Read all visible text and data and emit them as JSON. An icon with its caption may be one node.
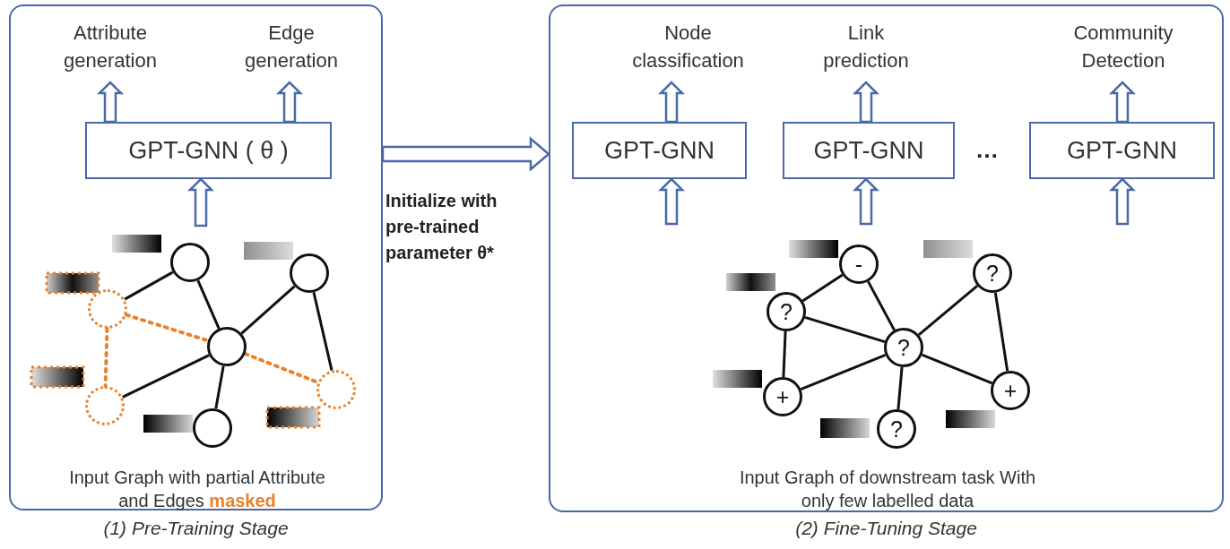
{
  "diagram": {
    "nodes": [
      {
        "text": [
          "Input Graph with partial Attribute and Edges **masked**"
        ],
        "beside": [
          "(1) Pre-Training Stage"
        ]
      },
      {
        "text": [
          "Attribute generation"
        ],
        "in": 0
      },
      {
        "text": [
          "Edge generation"
        ],
        "in": 0
      },
      {
        "text": [
          "GPT-GNN ( θ )"
        ],
        "in": 0
      },
      {
        "text": [],
        "shape": "circle",
        "in": 0
      },
      {
        "text": [],
        "shape": "circle",
        "in": 0
      },
      {
        "text": [],
        "shape": "circle",
        "in": 0
      },
      {
        "text": [],
        "shape": "circle",
        "in": 0
      },
      {
        "text": [],
        "shape": "circle",
        "in": 0
      },
      {
        "text": [],
        "shape": "circle",
        "in": 0
      },
      {
        "text": [],
        "shape": "circle",
        "in": 0
      },
      {
        "text": [
          "Input Graph of downstream task With only few labelled data"
        ],
        "beside": [
          "(2) Fine-Tuning Stage"
        ]
      },
      {
        "text": [
          "Node classification"
        ],
        "in": 11
      },
      {
        "text": [
          "Link prediction"
        ],
        "in": 11
      },
      {
        "text": [
          "Community Detection"
        ],
        "in": 11
      },
      {
        "text": [
          "GPT-GNN"
        ],
        "in": 11
      },
      {
        "text": [
          "GPT-GNN"
        ],
        "in": 11
      },
      {
        "text": [
          "GPT-GNN"
        ],
        "in": 11
      },
      {
        "text": [
          "-"
        ],
        "in": 11
      },
      {
        "text": [
          "?"
        ],
        "in": 11
      },
      {
        "text": [
          "?"
        ],
        "in": 11
      },
      {
        "text": [
          "?"
        ],
        "in": 11
      },
      {
        "text": [
          "+"
        ],
        "in": 11
      },
      {
        "text": [
          "+"
        ],
        "in": 11
      },
      {
        "text": [
          "?"
        ],
        "in": 11
      }
    ],
    "edges": [
      {
        "from": 3,
        "to": 1,
        "arrow": "to",
        "style": "thick",
        "color": "#4a69a8"
      },
      {
        "from": 3,
        "to": 2,
        "arrow": "to",
        "style": "thick",
        "color": "#4a69a8"
      },
      {
        "from": null,
        "to": 3,
        "arrow": "to",
        "style": "thick",
        "color": "#4a69a8"
      },
      {
        "from": 0,
        "to": 11,
        "arrow": "to",
        "label": "Initialize with pre-trained parameter θ*",
        "style": "thick",
        "color": "#4a69a8"
      },
      {
        "from": 15,
        "to": 12,
        "arrow": "to",
        "style": "thick",
        "color": "#4a69a8"
      },
      {
        "from": 16,
        "to": 13,
        "arrow": "to",
        "style": "thick",
        "color": "#4a69a8"
      },
      {
        "from": 17,
        "to": 14,
        "arrow": "to",
        "style": "thick",
        "color": "#4a69a8"
      },
      {
        "from": null,
        "to": 15,
        "arrow": "to",
        "style": "thick",
        "color": "#4a69a8"
      },
      {
        "from": null,
        "to": 16,
        "arrow": "to",
        "style": "thick",
        "color": "#4a69a8"
      },
      {
        "from": null,
        "to": 17,
        "arrow": "to",
        "style": "thick",
        "color": "#4a69a8"
      },
      {
        "from": 4,
        "to": 7,
        "arrow": "none"
      },
      {
        "from": 5,
        "to": 7,
        "arrow": "none"
      },
      {
        "from": 7,
        "to": 10,
        "arrow": "none"
      },
      {
        "from": 7,
        "to": 8,
        "arrow": "none"
      },
      {
        "from": 4,
        "to": 6,
        "arrow": "none"
      },
      {
        "from": 5,
        "to": 9,
        "arrow": "none"
      },
      {
        "from": 6,
        "to": 7,
        "arrow": "none",
        "style": "dashed",
        "color": "#e8822e"
      },
      {
        "from": 6,
        "to": 8,
        "arrow": "none",
        "style": "dashed",
        "color": "#e8822e"
      },
      {
        "from": 7,
        "to": 9,
        "arrow": "none",
        "style": "dashed",
        "color": "#e8822e"
      },
      {
        "from": 20,
        "to": 18,
        "arrow": "none"
      },
      {
        "from": 18,
        "to": 21,
        "arrow": "none"
      },
      {
        "from": 20,
        "to": 21,
        "arrow": "none"
      },
      {
        "from": 20,
        "to": 22,
        "arrow": "none"
      },
      {
        "from": 22,
        "to": 21,
        "arrow": "none"
      },
      {
        "from": 21,
        "to": 19,
        "arrow": "none"
      },
      {
        "from": 19,
        "to": 23,
        "arrow": "none"
      },
      {
        "from": 21,
        "to": 23,
        "arrow": "none"
      },
      {
        "from": 21,
        "to": 24,
        "arrow": "none"
      }
    ],
    "labels": [
      "…"
    ]
  }
}
